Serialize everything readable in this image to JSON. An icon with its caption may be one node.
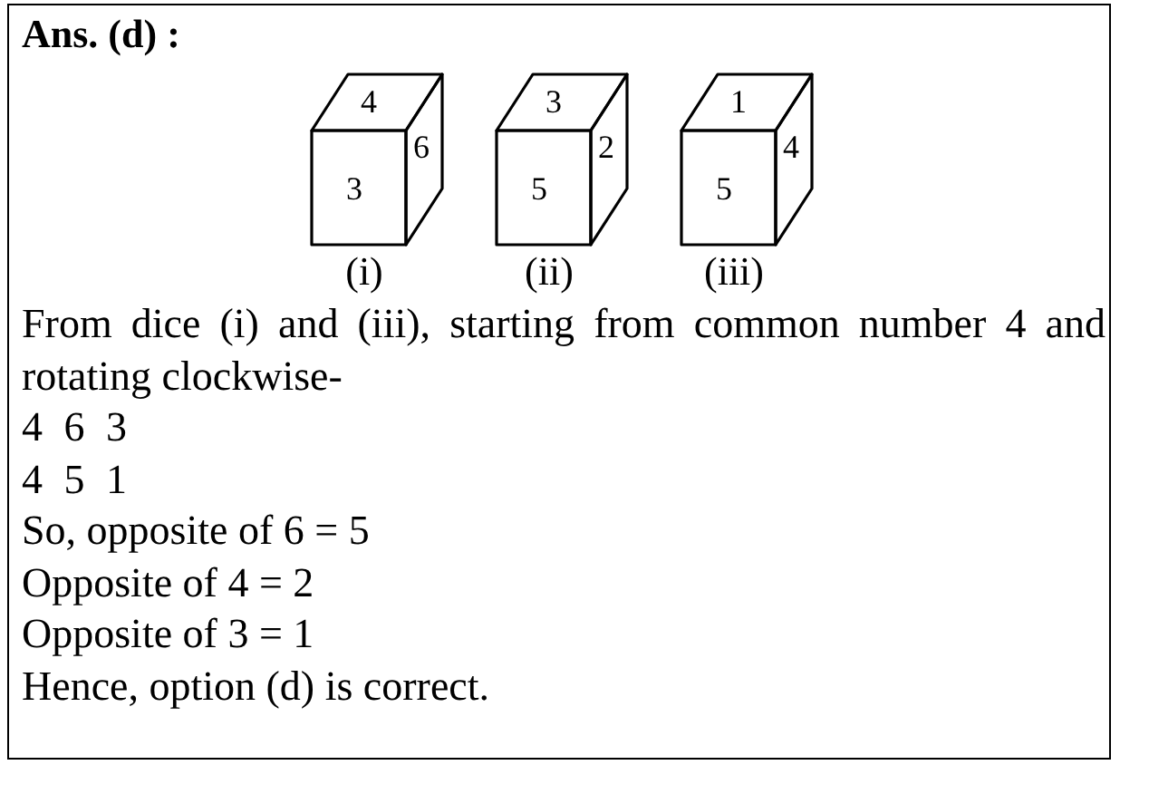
{
  "diagram": {
    "title": "Ans. (d) :",
    "nodes": [
      {
        "text": [
          "4",
          "3",
          "6"
        ],
        "beside": [
          "(i)"
        ]
      },
      {
        "text": [
          "3",
          "5",
          "2"
        ],
        "beside": [
          "(ii)"
        ]
      },
      {
        "text": [
          "1",
          "5",
          "4"
        ],
        "beside": [
          "(iii)"
        ]
      }
    ],
    "labels": [
      "From dice (i) and (iii), starting from common number 4 and rotating clockwise-",
      "4 6 3",
      "4 5 1",
      "So, opposite of 6 = 5",
      "Opposite of 4 = 2",
      "Opposite of 3 = 1",
      "Hence, option (d) is correct."
    ]
  }
}
